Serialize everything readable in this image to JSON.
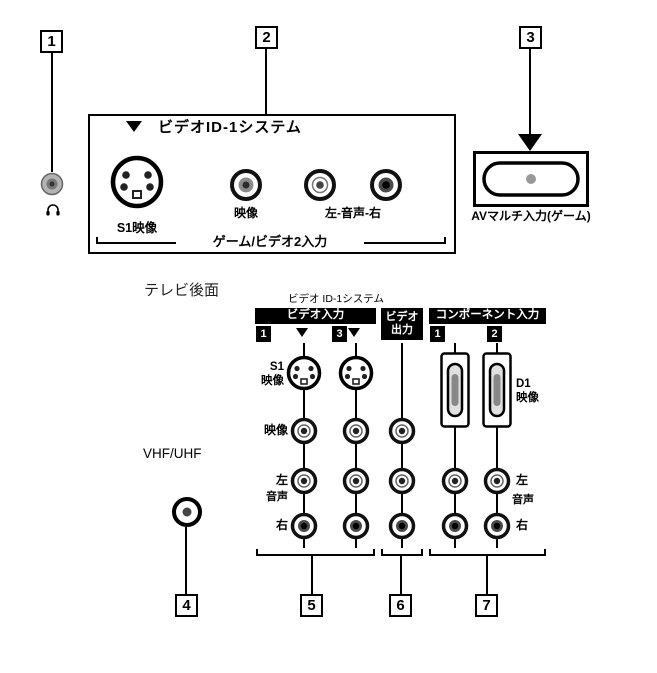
{
  "callouts": {
    "n1": "1",
    "n2": "2",
    "n3": "3",
    "n4": "4",
    "n5": "5",
    "n6": "6",
    "n7": "7"
  },
  "game_panel": {
    "title": "ビデオID-1システム",
    "s_video_label": "S1映像",
    "video_label": "映像",
    "audio_label": "左-音声-右",
    "caption": "ゲーム/ビデオ2入力"
  },
  "av_multi": {
    "label": "AVマルチ入力(ゲーム)"
  },
  "rear": {
    "title": "テレビ後面",
    "system_label": "ビデオ ID-1システム",
    "video_in": {
      "header": "ビデオ入力",
      "port1": "1",
      "port3": "3",
      "s1_line1": "S1",
      "s1_line2": "映像",
      "video": "映像",
      "left": "左",
      "audio": "音声",
      "right": "右"
    },
    "video_out": {
      "header_line1": "ビデオ",
      "header_line2": "出力"
    },
    "component": {
      "header": "コンポーネント入力",
      "port1": "1",
      "port2": "2",
      "d1_line1": "D1",
      "d1_line2": "映像",
      "left": "左",
      "audio": "音声",
      "right": "右"
    },
    "antenna_label": "VHF/UHF"
  }
}
